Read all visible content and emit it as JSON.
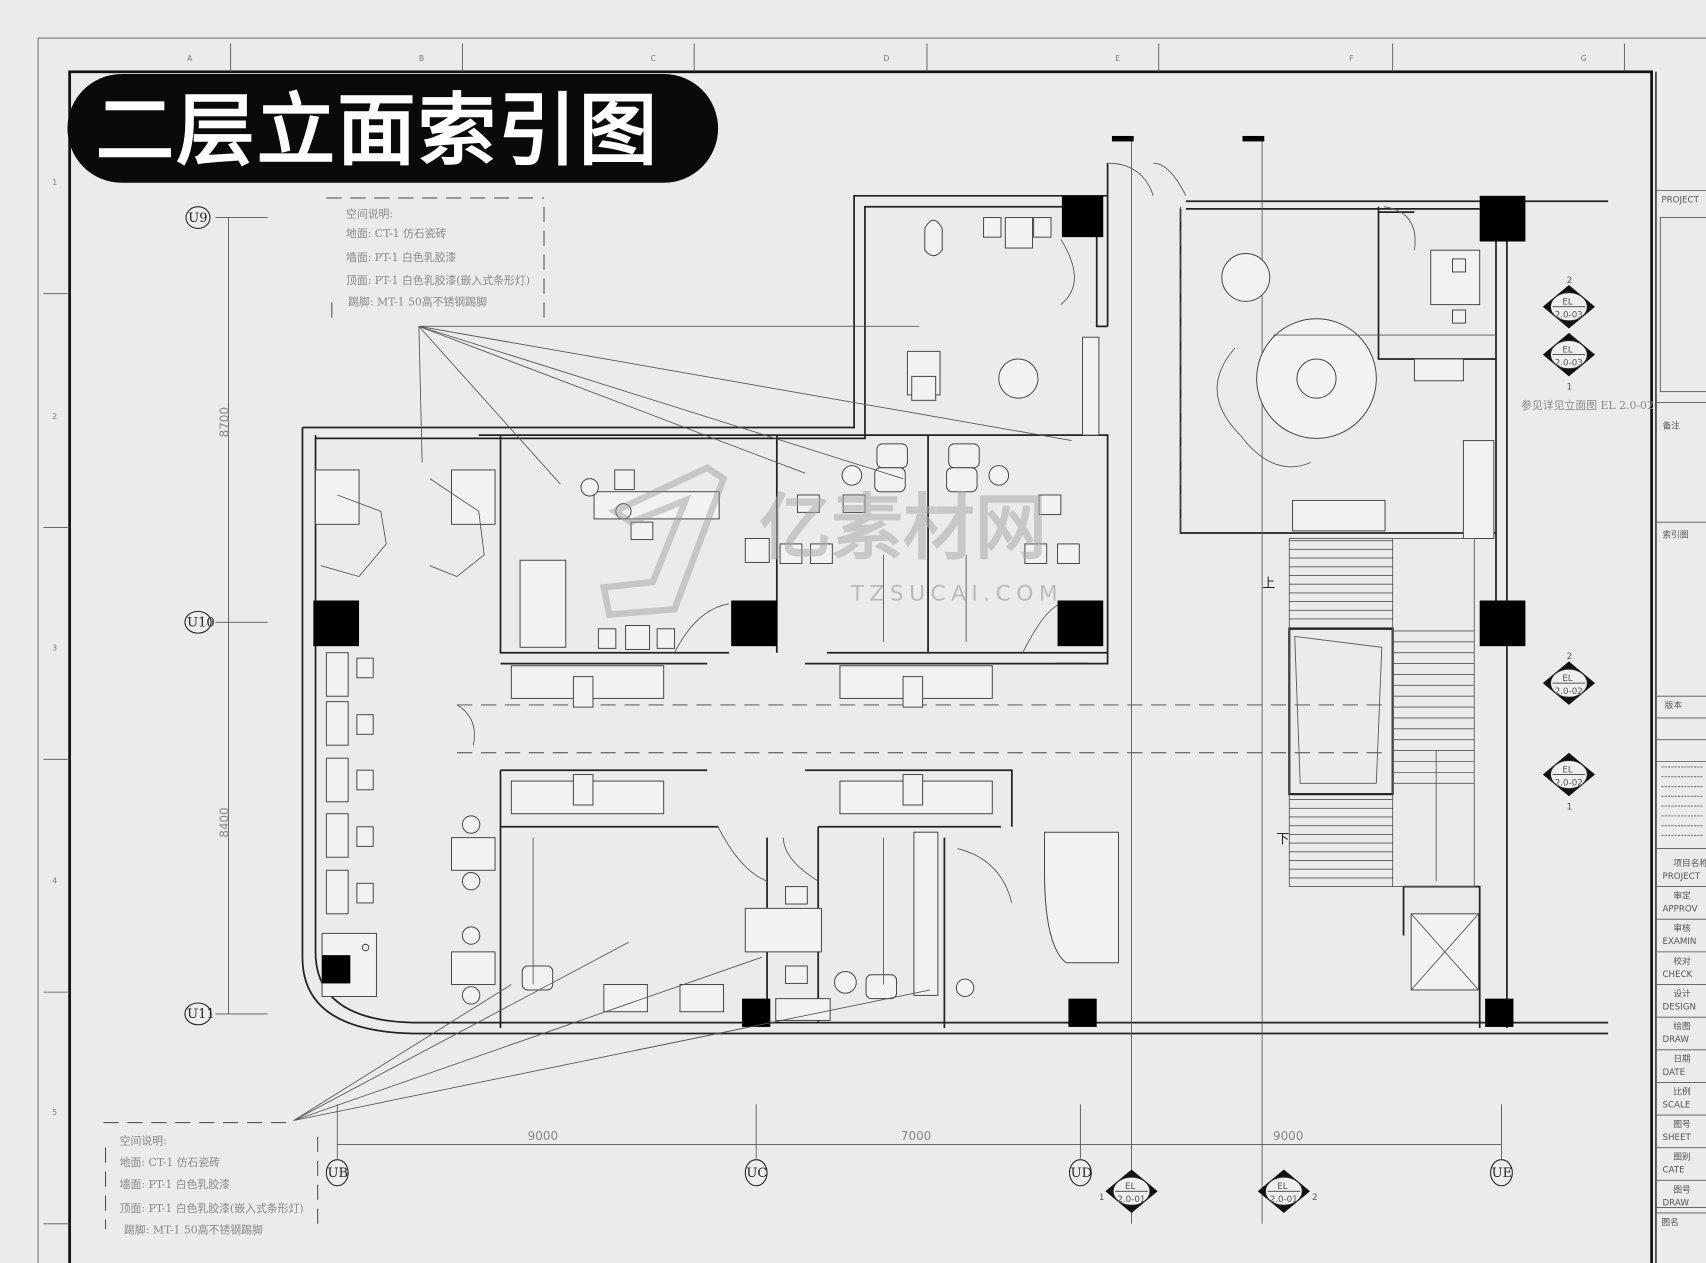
{
  "title": "二层立面索引图",
  "watermark": {
    "cn": "亿素材网",
    "en": "TZSUCAI.COM"
  },
  "grid_letters": [
    "A",
    "B",
    "C",
    "D",
    "E",
    "F",
    "G"
  ],
  "grid_numbers": [
    "1",
    "2",
    "3",
    "4",
    "5"
  ],
  "axes": {
    "rows": [
      "U9",
      "U10",
      "U11"
    ],
    "cols": [
      "UB",
      "UC",
      "UD",
      "UE"
    ]
  },
  "dimensions": {
    "vertical": [
      "8700",
      "8400"
    ],
    "horizontal": [
      "9000",
      "7000",
      "9000"
    ]
  },
  "notes_top": {
    "heading": "空间说明:",
    "lines": [
      "地面: CT-1 仿石瓷砖",
      "墙面: PT-1 白色乳胶漆",
      "顶面: PT-1 白色乳胶漆(嵌入式条形灯)",
      "踢脚: MT-1 50高不锈钢踢脚"
    ]
  },
  "notes_bottom": {
    "heading": "空间说明:",
    "lines": [
      "地面: CT-1 仿石瓷砖",
      "墙面: PT-1 白色乳胶漆",
      "顶面: PT-1 白色乳胶漆(嵌入式条形灯)",
      "踢脚: MT-1 50高不锈钢踢脚"
    ]
  },
  "stairs": {
    "up": "上",
    "down": "下"
  },
  "elevation_marks": [
    {
      "top": "EL",
      "code": "2.0-03",
      "num": "2"
    },
    {
      "top": "EL",
      "code": "2.0-03",
      "num": "1"
    },
    {
      "top": "EL",
      "code": "2.0-02",
      "num": "2"
    },
    {
      "top": "EL",
      "code": "2.0-02",
      "num": "1"
    },
    {
      "top": "EL",
      "code": "2.0-01",
      "num": "1"
    },
    {
      "top": "EL",
      "code": "2.0-01",
      "num": "2"
    }
  ],
  "side_note": "参见详见立面图 EL 2.0-02",
  "title_block": {
    "project": "PROJECT",
    "remarks": "备注",
    "index": "索引图",
    "version": "版本",
    "rows": [
      {
        "cn": "项目名称",
        "en": "PROJECT"
      },
      {
        "cn": "审定",
        "en": "APPROV"
      },
      {
        "cn": "审核",
        "en": "EXAMIN"
      },
      {
        "cn": "校对",
        "en": "CHECK"
      },
      {
        "cn": "设计",
        "en": "DESIGN"
      },
      {
        "cn": "绘图",
        "en": "DRAW"
      },
      {
        "cn": "日期",
        "en": "DATE"
      },
      {
        "cn": "比例",
        "en": "SCALE"
      },
      {
        "cn": "图号",
        "en": "SHEET"
      },
      {
        "cn": "图别",
        "en": "CATE"
      },
      {
        "cn": "图号",
        "en": "DRAW"
      }
    ],
    "drawing_name": "图名"
  }
}
